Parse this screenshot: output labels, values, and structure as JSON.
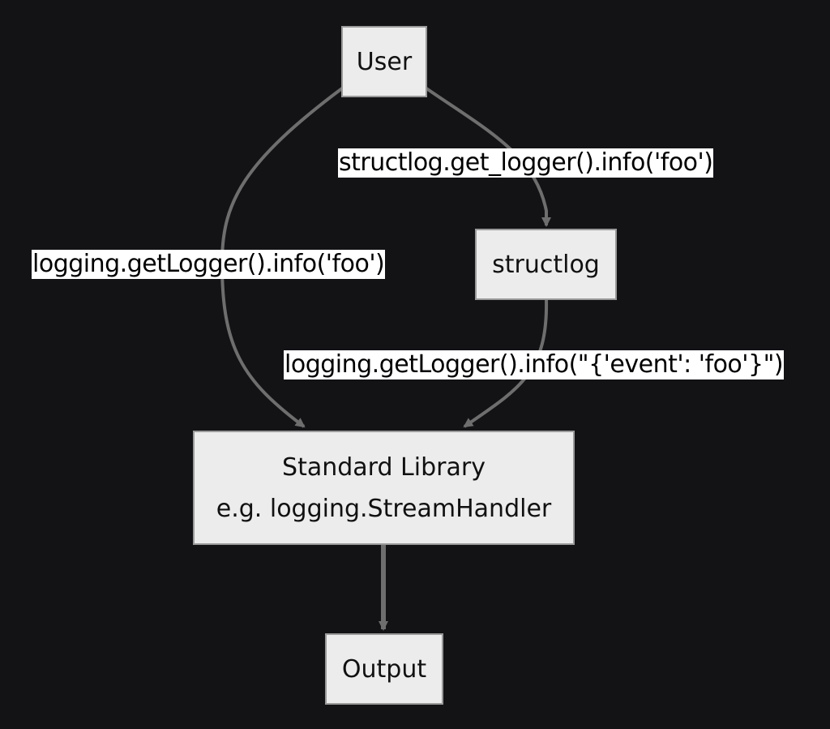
{
  "nodes": {
    "user": "User",
    "structlog": "structlog",
    "stdlib_line1": "Standard Library",
    "stdlib_line2": "e.g. logging.StreamHandler",
    "output": "Output"
  },
  "edges": {
    "user_to_structlog": "structlog.get_logger().info('foo')",
    "user_to_stdlib": "logging.getLogger().info('foo')",
    "structlog_to_stdlib": "logging.getLogger().info(\"{'event': 'foo'}\")"
  },
  "colors": {
    "background": "#131316",
    "node_fill": "#ececec",
    "node_border": "#9a9a9a",
    "edge": "#6e6e6e",
    "label_background": "#ffffff"
  }
}
